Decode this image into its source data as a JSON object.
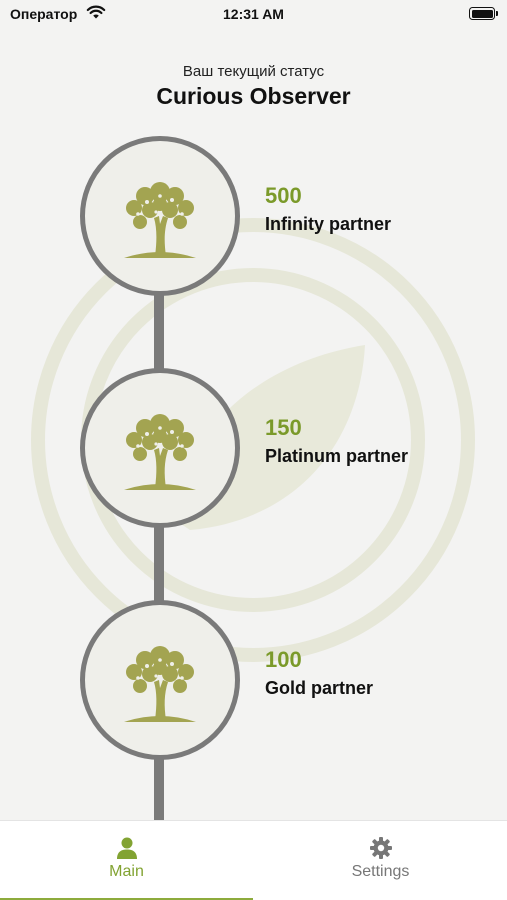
{
  "status_bar": {
    "carrier": "Оператор",
    "time": "12:31 AM"
  },
  "header": {
    "subtitle": "Ваш текущий статус",
    "title": "Curious Observer"
  },
  "levels": [
    {
      "points": "500",
      "name": "Infinity partner"
    },
    {
      "points": "150",
      "name": "Platinum partner"
    },
    {
      "points": "100",
      "name": "Gold partner"
    }
  ],
  "tabs": [
    {
      "label": "Main",
      "icon": "person-icon",
      "active": true
    },
    {
      "label": "Settings",
      "icon": "gear-icon",
      "active": false
    }
  ],
  "colors": {
    "accent": "#82a332",
    "tree": "#a3a451",
    "ring": "#7a7a7a",
    "inactive_tab": "#777777"
  }
}
